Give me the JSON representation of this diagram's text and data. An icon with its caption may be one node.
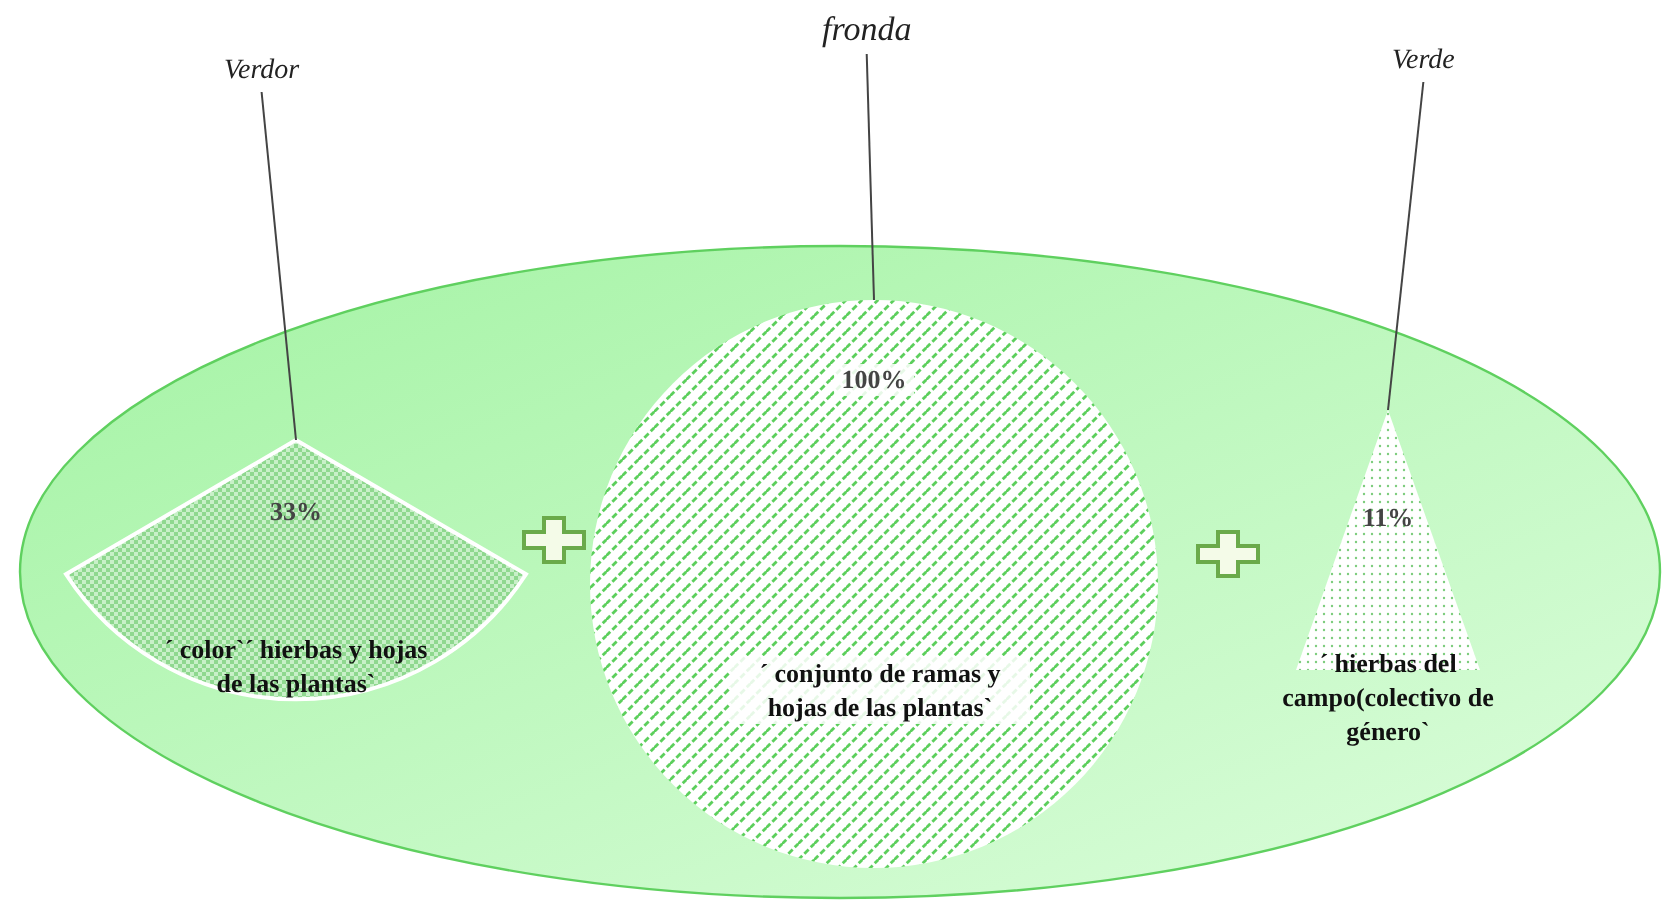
{
  "diagram": {
    "nodes": [
      {
        "text": [
          "Verdor"
        ]
      },
      {
        "text": [
          "fronda"
        ]
      },
      {
        "text": [
          "Verde"
        ]
      },
      {
        "text": [],
        "shape": "ellipse"
      },
      {
        "text": [
          "33%",
          "´ color`´ hierbas y hojas de las plantas`"
        ],
        "in": 3
      },
      {
        "text": [
          "100%",
          "´ conjunto de ramas y hojas de las plantas`"
        ],
        "in": 3
      },
      {
        "text": [
          "11%",
          "´ hierbas del campo(colectivo de género`"
        ],
        "in": 3
      }
    ],
    "edges": [
      {
        "from": 0,
        "to": 4,
        "arrow": "none"
      },
      {
        "from": 1,
        "to": 5,
        "arrow": "none"
      },
      {
        "from": 2,
        "to": 6,
        "arrow": "none"
      }
    ]
  }
}
